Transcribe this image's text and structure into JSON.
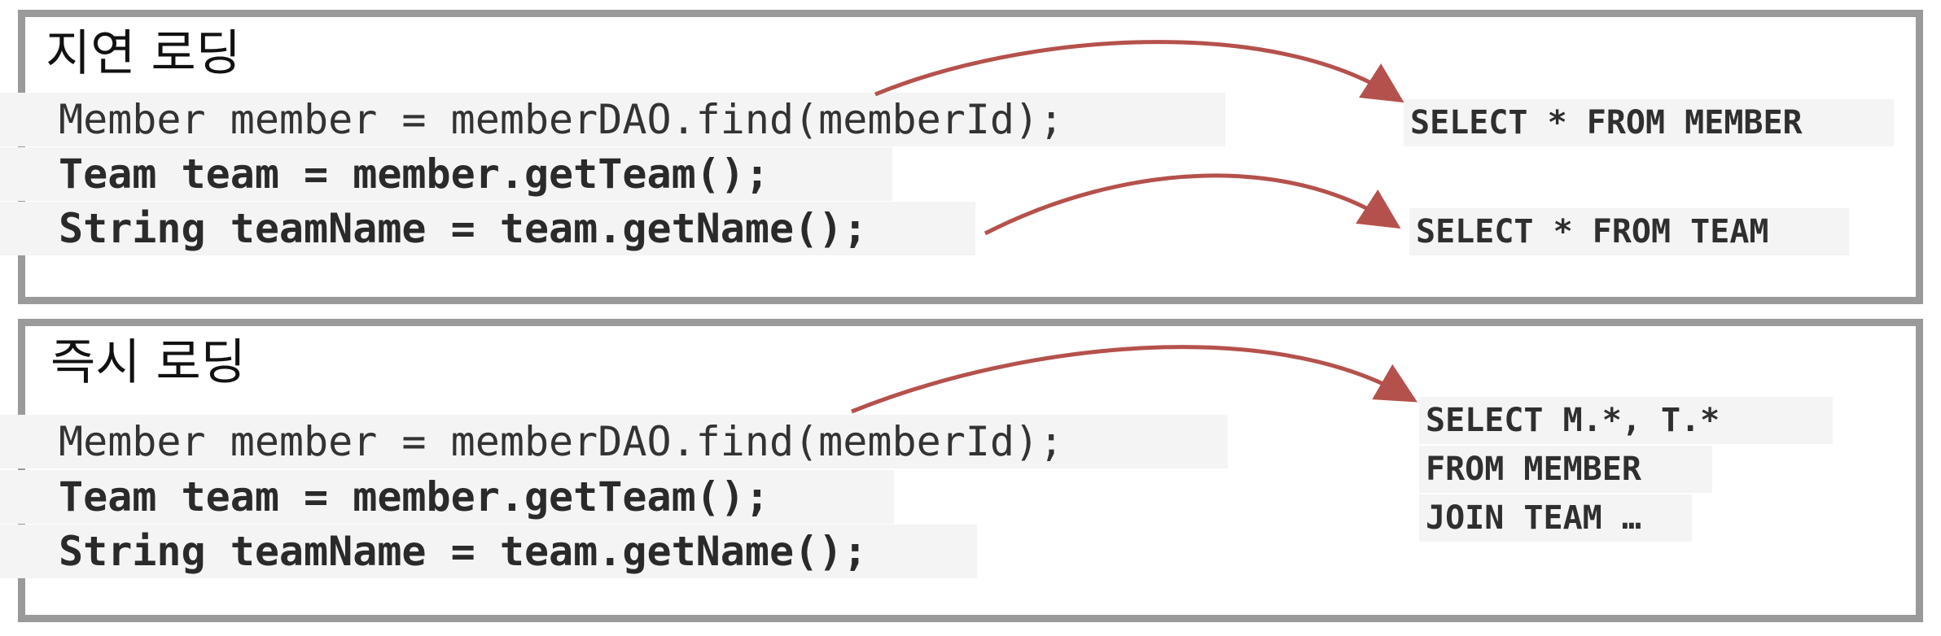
{
  "lazy": {
    "title": "지연 로딩",
    "code": [
      "Member member = memberDAO.find(memberId);",
      "Team team = member.getTeam();",
      "String teamName = team.getName();"
    ],
    "sql": [
      "SELECT * FROM MEMBER",
      "SELECT * FROM TEAM"
    ]
  },
  "eager": {
    "title": "즉시 로딩",
    "code": [
      "Member member = memberDAO.find(memberId);",
      "Team team = member.getTeam();",
      "String teamName = team.getName();"
    ],
    "sql": [
      "SELECT M.*, T.*",
      "FROM MEMBER",
      "JOIN TEAM …"
    ]
  },
  "colors": {
    "arrow": "#b5514c",
    "border": "#9a9a9a",
    "code_bg": "#f4f4f4"
  }
}
